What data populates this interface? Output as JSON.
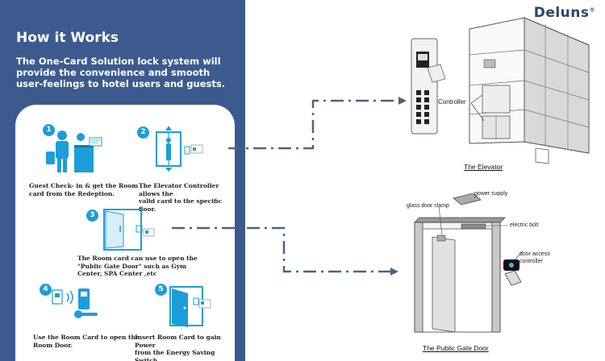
{
  "brand": {
    "logo_text": "Deluns",
    "trademark": "®"
  },
  "panel": {
    "title": "How it Works",
    "description": "The One-Card Solution lock system will provide the convenience and smooth user-feelings to hotel users and guests."
  },
  "steps": [
    {
      "number": "1",
      "text_lines": [
        "Guest Check- in & get the Room",
        "card from the Redeption."
      ]
    },
    {
      "number": "2",
      "text_lines": [
        "The Elevator Controller allows the",
        "valid card to the specific floor."
      ]
    },
    {
      "number": "3",
      "text_lines": [
        "The Room card can use to open the",
        "\"Public Gate Door\" such as Gym",
        "Center, SPA Center ,etc"
      ]
    },
    {
      "number": "4",
      "text_lines": [
        "Use the Room Card to open the",
        "Room Door."
      ]
    },
    {
      "number": "5",
      "text_lines": [
        "Insert Room Card to gain Power",
        "from the Energy Saving Switch."
      ]
    }
  ],
  "elevator": {
    "caption": "The Elevator",
    "controller_label": "Controller"
  },
  "gate": {
    "caption": "The Public Gate Door",
    "labels": {
      "glass_clamp": "glass door clamp",
      "power_supply": "power supply",
      "electric_bolt": "electric bolt",
      "access_controller_1": "door access",
      "access_controller_2": "controller"
    }
  },
  "colors": {
    "panel_bg": "#3d5a8e",
    "accent": "#1b9ed9",
    "arrow": "#4a6485"
  }
}
